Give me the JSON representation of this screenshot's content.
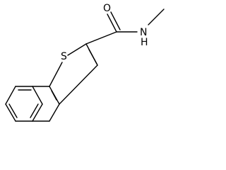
{
  "structure": {
    "atoms": {
      "sulfur": "S",
      "oxygen": "O",
      "nitrogen": "N",
      "amide_hydrogen": "H"
    }
  }
}
